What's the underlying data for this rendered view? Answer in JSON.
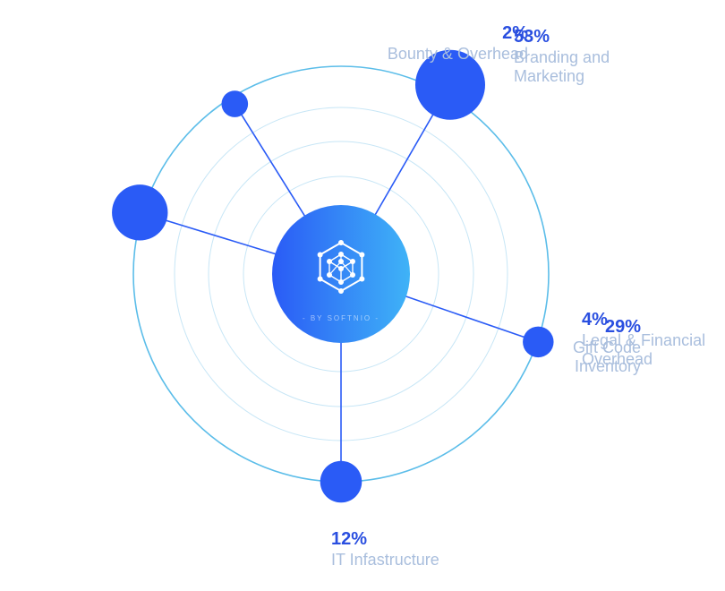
{
  "colors": {
    "accent": "#2a5bf6",
    "gradient_start": "#2a5bf6",
    "gradient_end": "#3fb3f7",
    "ring": "#5bbde9",
    "inner_ring": "#c7e6f6",
    "label_text": "#a9bedd",
    "percent_text": "#2a4fe0"
  },
  "center": {
    "icon": "hexagon-network-icon",
    "caption": "- BY SOFTNIO -"
  },
  "chart_data": {
    "type": "pie",
    "categories": [
      "Branding and Marketing",
      "Legal & Financial Overhead",
      "IT Infastructure",
      "Gift Code Inventory",
      "Bounty & Overhead"
    ],
    "values": [
      53,
      4,
      12,
      29,
      2
    ],
    "unit": "%",
    "labels": [
      {
        "percent": "53%",
        "name_lines": [
          "Branding and",
          "Marketing"
        ]
      },
      {
        "percent": "4%",
        "name_lines": [
          "Legal & Financial",
          "Overhead"
        ]
      },
      {
        "percent": "12%",
        "name_lines": [
          "IT Infastructure"
        ]
      },
      {
        "percent": "29%",
        "name_lines": [
          "Gift Code",
          "Inventory"
        ]
      },
      {
        "percent": "2%",
        "name_lines": [
          "Bounty & Overhead"
        ]
      }
    ]
  }
}
